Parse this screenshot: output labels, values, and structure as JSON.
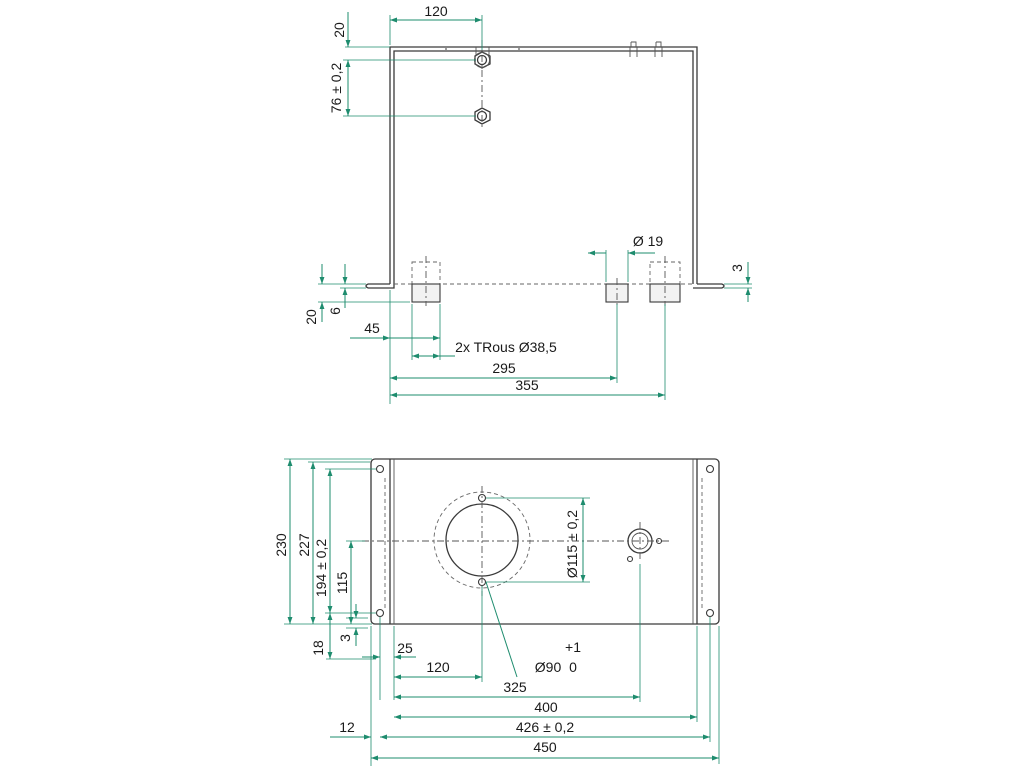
{
  "top_view": {
    "dims": {
      "d120": "120",
      "d20_top": "20",
      "d76": "76 ± 0,2",
      "d19": "Ø 19",
      "d3": "3",
      "d20_left": "20",
      "d6": "6",
      "d45": "45",
      "holes_note": "2x TRous Ø38,5",
      "d295": "295",
      "d355": "355"
    }
  },
  "bottom_view": {
    "dims": {
      "d230": "230",
      "d227": "227",
      "d194": "194 ± 0,2",
      "d115": "115",
      "d18": "18",
      "d3": "3",
      "d115_dia": "Ø115 ± 0,2",
      "d25": "25",
      "d120": "120",
      "tol_upper": "+1",
      "d90": "Ø90",
      "tol_lower": "0",
      "d325": "325",
      "d400": "400",
      "d12": "12",
      "d426": "426 ± 0,2",
      "d450": "450"
    }
  },
  "colors": {
    "dimension": "#1e8c6e",
    "outline": "#3a3a3a"
  }
}
